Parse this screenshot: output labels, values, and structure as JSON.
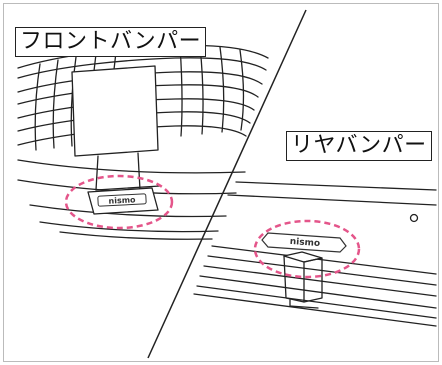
{
  "labels": {
    "front_bumper": "フロントバンパー",
    "rear_bumper": "リヤバンパー"
  },
  "emblems": {
    "front": "nismo",
    "rear": "nismo"
  },
  "colors": {
    "highlight": "#e4558a",
    "line": "#222222",
    "border": "#bbbbbb"
  }
}
